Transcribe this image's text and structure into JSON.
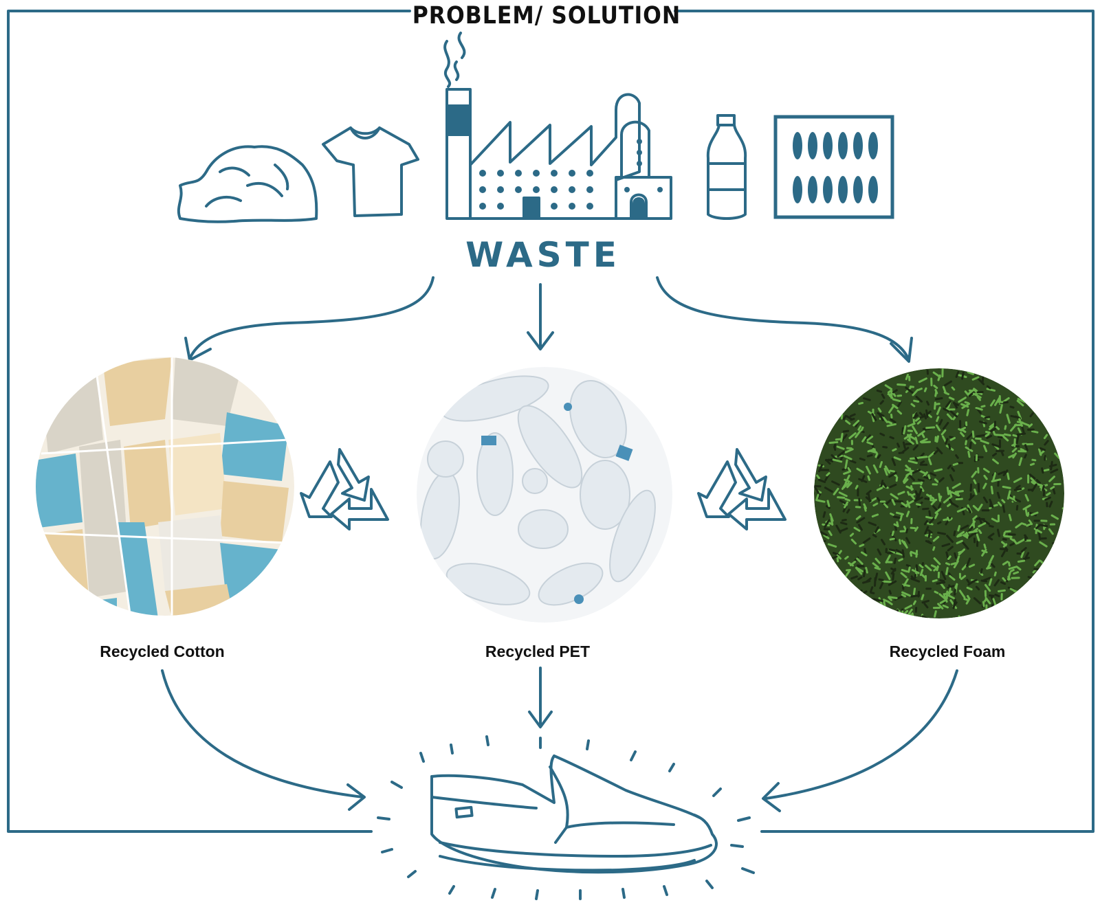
{
  "title": "PROBLEM/ SOLUTION",
  "waste_label": "WASTE",
  "materials": [
    {
      "label": "Recycled Cotton",
      "icon": "cotton-scraps-circle"
    },
    {
      "label": "Recycled PET",
      "icon": "plastic-bottles-circle"
    },
    {
      "label": "Recycled Foam",
      "icon": "green-foam-crumbs-circle"
    }
  ],
  "colors": {
    "ink": "#2c6a87",
    "text": "#111111",
    "cotton_blue": "#66b3cc",
    "cotton_beige": "#e8cfa0",
    "cotton_gray": "#d9d4c8",
    "foam_green": "#6ab04c",
    "foam_dark": "#1d2a14"
  }
}
